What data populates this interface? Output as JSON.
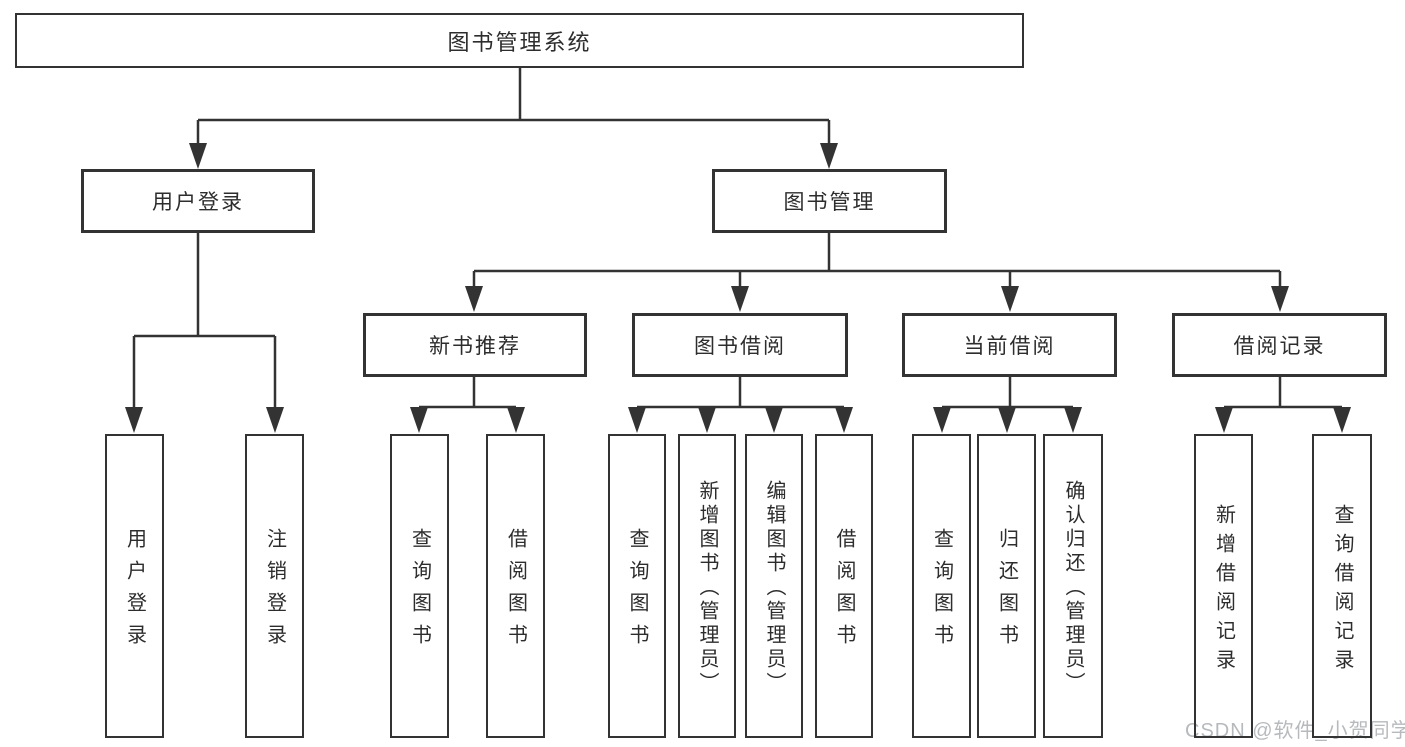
{
  "page": {
    "background": "#ffffff",
    "line_color": "#333333",
    "text_color": "#2d2d2d",
    "watermark": {
      "text": "CSDN @软件_小贺同学",
      "color": "#b7babd"
    }
  },
  "tree": {
    "root": {
      "label": "图书管理系统"
    },
    "branches": [
      {
        "label": "用户登录",
        "leaves": [
          "用户登录",
          "注销登录"
        ]
      },
      {
        "label": "图书管理",
        "groups": [
          {
            "label": "新书推荐",
            "leaves": [
              "查询图书",
              "借阅图书"
            ]
          },
          {
            "label": "图书借阅",
            "leaves": [
              "查询图书",
              "新增图书（管理员）",
              "编辑图书（管理员）",
              "借阅图书"
            ]
          },
          {
            "label": "当前借阅",
            "leaves": [
              "查询图书",
              "归还图书",
              "确认归还（管理员）"
            ]
          },
          {
            "label": "借阅记录",
            "leaves": [
              "新增借阅记录",
              "查询借阅记录"
            ]
          }
        ]
      }
    ]
  }
}
